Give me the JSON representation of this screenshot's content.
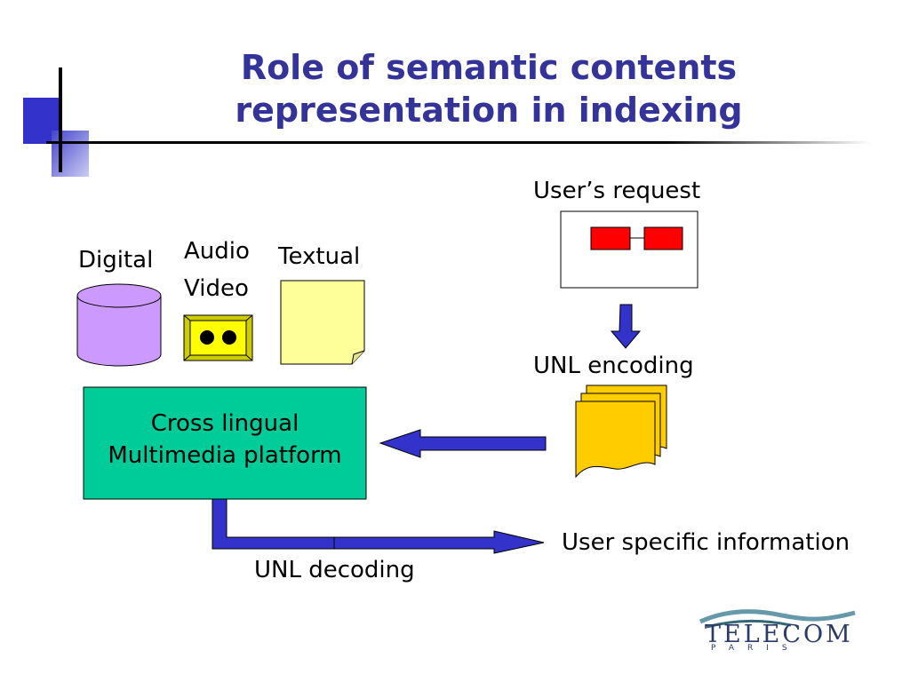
{
  "slide": {
    "title_line1": "Role of semantic contents",
    "title_line2": "representation in indexing"
  },
  "diagram": {
    "digital_label": "Digital",
    "audio_label": "Audio",
    "video_label": "Video",
    "textual_label": "Textual",
    "users_request_label": "User’s request",
    "unl_encoding_label": "UNL encoding",
    "platform_line1": "Cross lingual",
    "platform_line2": "Multimedia platform",
    "unl_decoding_label": "UNL decoding",
    "user_specific_label": "User specific information"
  },
  "logo": {
    "name": "TELECOM",
    "subtitle": "PARIS"
  },
  "colors": {
    "title": "#333399",
    "accent_blue": "#3333cc",
    "cylinder": "#cc99ff",
    "cassette": "#ffff00",
    "document": "#ffff99",
    "platform": "#00cc99",
    "request_nodes": "#ff0000",
    "unl_docs": "#ffcc00",
    "arrow": "#3333cc"
  }
}
